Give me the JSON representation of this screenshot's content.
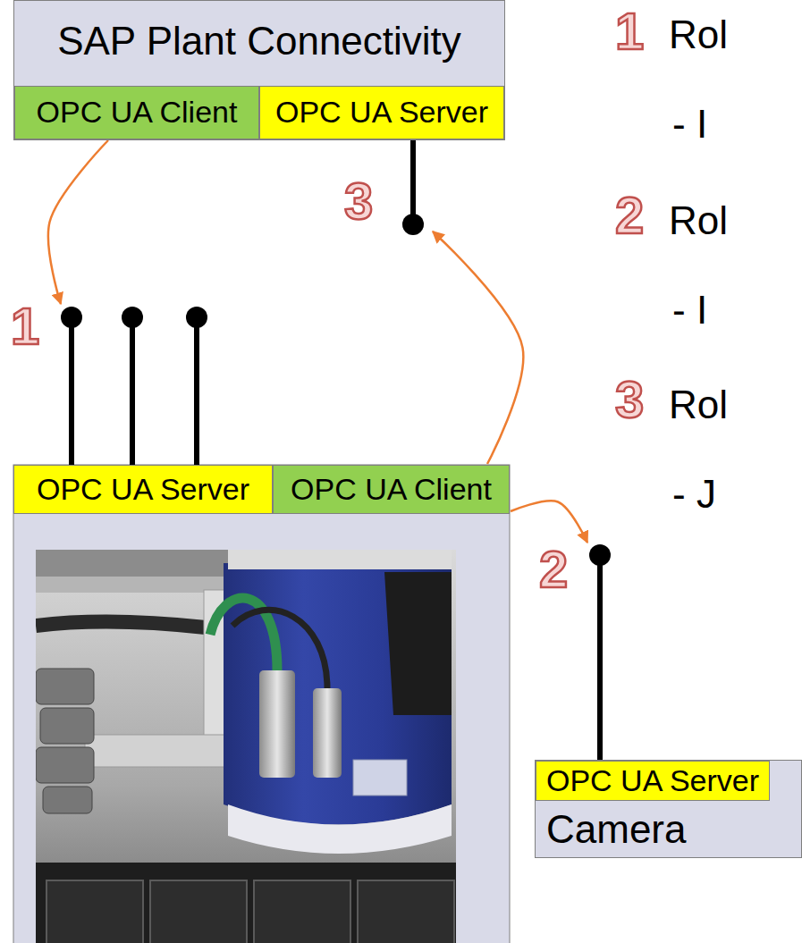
{
  "diagram": {
    "nodes": [
      {
        "text": [
          "SAP Plant Connectivity"
        ]
      },
      {
        "text": [
          "OPC UA Client"
        ],
        "in": 0
      },
      {
        "text": [
          "OPC UA Server"
        ],
        "in": 0
      },
      {
        "text": [
          "OPC UA Server"
        ]
      },
      {
        "text": [
          "OPC UA Client"
        ]
      },
      {
        "text": [
          "Camera"
        ]
      },
      {
        "text": [
          "OPC UA Server"
        ],
        "in": 5
      }
    ],
    "edges": [
      {
        "from": 1,
        "to": 3,
        "arrow": "to"
      },
      {
        "from": 4,
        "to": 2,
        "arrow": "to"
      },
      {
        "from": 4,
        "to": 6,
        "arrow": "to"
      }
    ],
    "labels": [
      "3",
      "1",
      "2",
      "1",
      "Rol",
      "- I",
      "2",
      "Rol",
      "- I",
      "3",
      "Rol",
      "- J"
    ]
  }
}
